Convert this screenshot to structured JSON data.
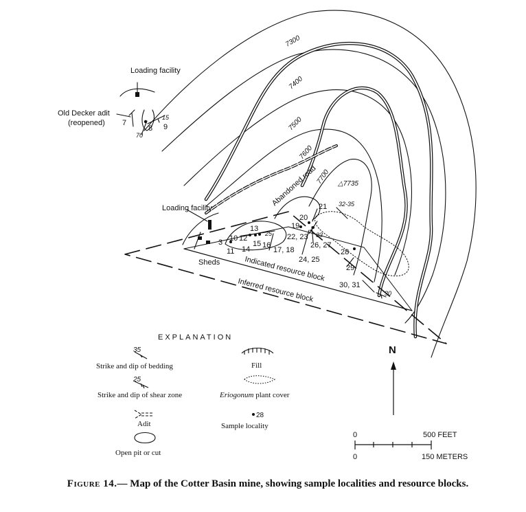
{
  "map": {
    "contours": [
      "7300",
      "7400",
      "7500",
      "7600",
      "7700"
    ],
    "summit": "△7735",
    "road": "Abandoned road",
    "loading_facility_north": "Loading facility",
    "old_decker_adit_line1": "Old Decker adit",
    "old_decker_adit_line2": "(reopened)",
    "loading_facility_south": "Loading facility",
    "sheds": "Sheds",
    "indicated_block": "Indicated resource block",
    "inferred_block": "Inferred resource block",
    "north": "N",
    "dips": {
      "d15": "15",
      "d70": "70",
      "d33": "33",
      "d25": "25",
      "d3235": "32-35",
      "d30": "30"
    },
    "samples": [
      "7",
      "8",
      "9",
      "10",
      "11",
      "12",
      "13",
      "14",
      "15",
      "16",
      "17, 18",
      "19",
      "20",
      "21",
      "22, 23",
      "24, 25",
      "26, 27",
      "28",
      "29",
      "30, 31",
      "3"
    ]
  },
  "explanation": {
    "title": "EXPLANATION",
    "bedding_dip": "35",
    "bedding": "Strike and dip of bedding",
    "shear_dip": "25",
    "shear": "Strike and dip of shear zone",
    "adit": "Adit",
    "pit": "Open pit or cut",
    "fill": "Fill",
    "plant_genus": "Eriogonum",
    "plant_rest": " plant cover",
    "sample_number": "28",
    "sample": "Sample locality"
  },
  "scale": {
    "zero_feet": "0",
    "feet": "500 FEET",
    "zero_meters": "0",
    "meters": "150 METERS"
  },
  "caption": {
    "figure": "Figure 14.",
    "text": "— Map of the Cotter Basin mine, showing sample localities and resource blocks."
  }
}
